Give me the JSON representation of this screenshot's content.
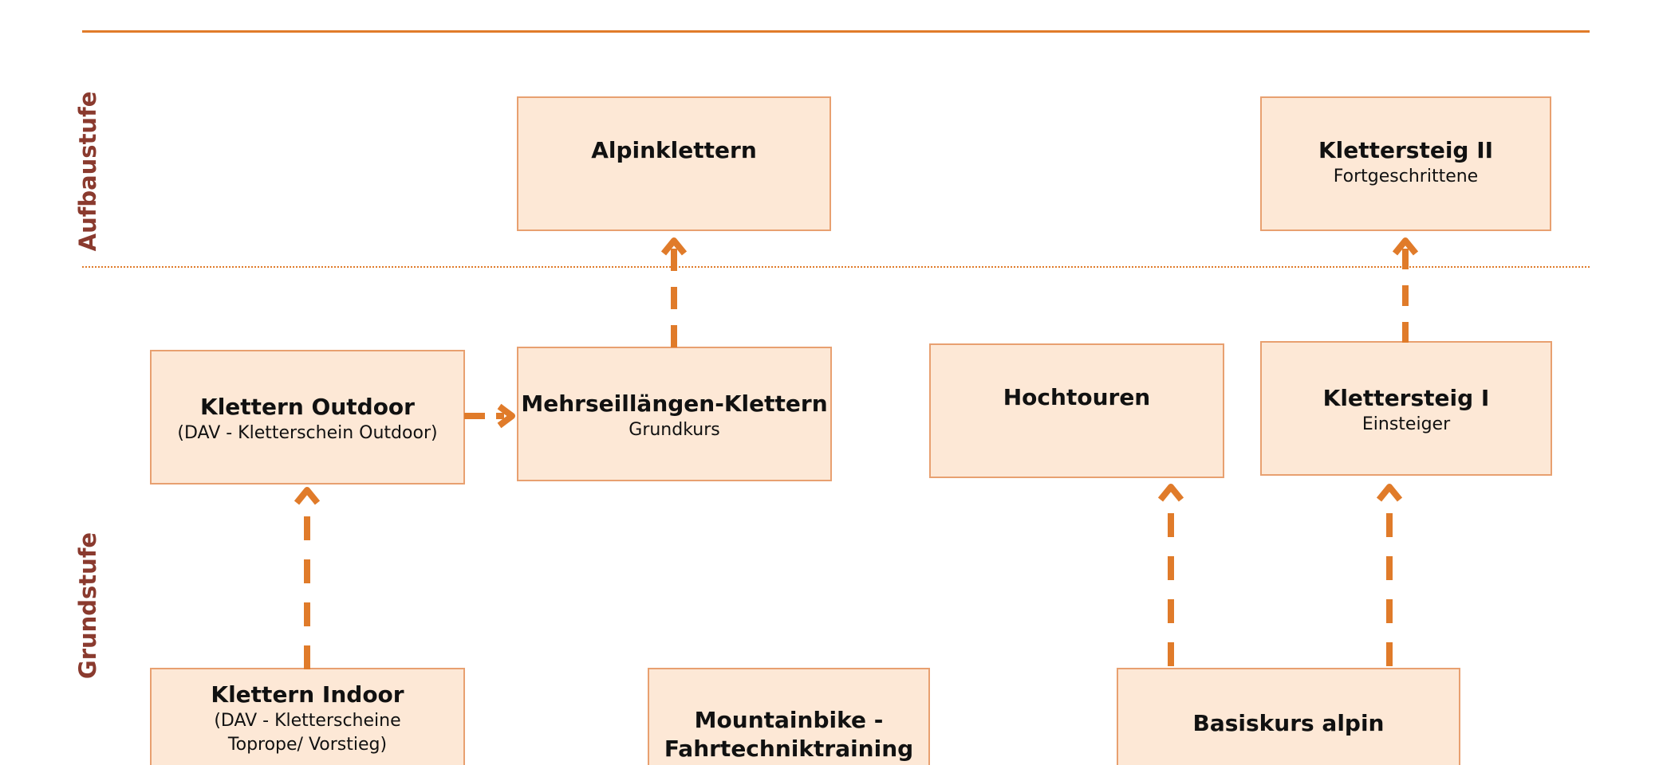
{
  "levels": {
    "advanced": "Aufbaustufe",
    "basic": "Grundstufe"
  },
  "nodes": {
    "alpinklettern": {
      "title": "Alpinklettern"
    },
    "klettersteig2": {
      "title": "Klettersteig II",
      "subtitle": "Fortgeschrittene"
    },
    "klettern_outdoor": {
      "title": "Klettern Outdoor",
      "subtitle": "(DAV - Kletterschein Outdoor)"
    },
    "mehrseillaengen": {
      "title": "Mehrseillängen-Klettern",
      "subtitle": "Grundkurs"
    },
    "hochtouren": {
      "title": "Hochtouren"
    },
    "klettersteig1": {
      "title": "Klettersteig I",
      "subtitle": "Einsteiger"
    },
    "klettern_indoor": {
      "title": "Klettern  Indoor",
      "subtitle_1": "(DAV - Kletterscheine",
      "subtitle_2": "Toprope/ Vorstieg)"
    },
    "mountainbike": {
      "title_1": "Mountainbike -",
      "title_2": "Fahrtechniktraining"
    },
    "basiskurs": {
      "title": "Basiskurs alpin"
    }
  },
  "colors": {
    "accent": "#e07b2a",
    "box_fill": "#fde8d6",
    "box_border": "#e8a070",
    "level_label": "#8a3a2e"
  }
}
